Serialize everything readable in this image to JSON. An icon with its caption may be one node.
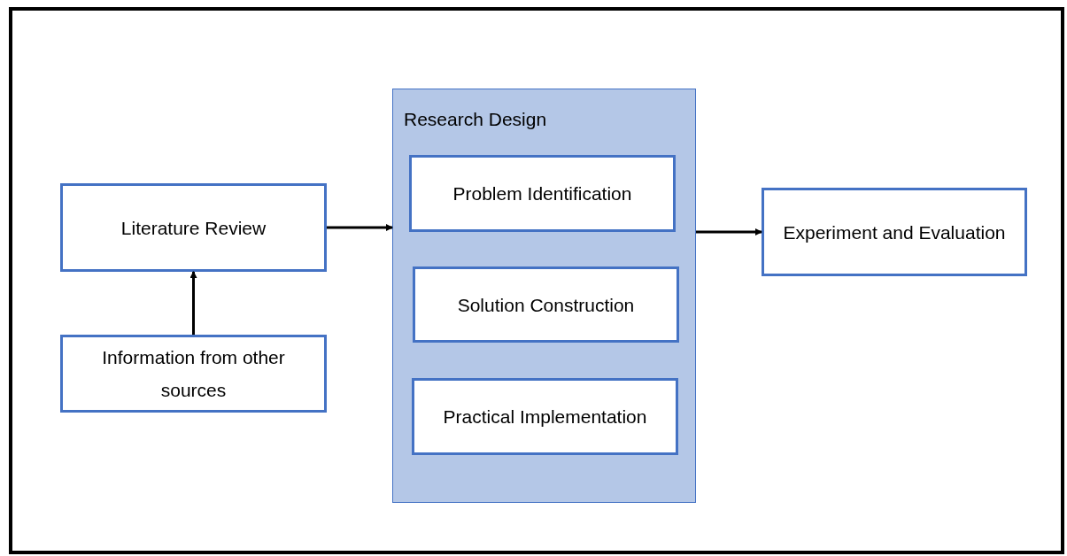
{
  "diagram": {
    "nodes": [
      {
        "text": [
          "Literature Review"
        ]
      },
      {
        "text": [
          "Information from other sources"
        ]
      },
      {
        "text": [
          "Research Design"
        ]
      },
      {
        "text": [
          "Problem Identification"
        ],
        "in": 2
      },
      {
        "text": [
          "Solution Construction"
        ],
        "in": 2
      },
      {
        "text": [
          "Practical Implementation"
        ],
        "in": 2
      },
      {
        "text": [
          "Experiment and Evaluation"
        ]
      }
    ],
    "edges": [
      {
        "from": 1,
        "to": 0,
        "arrow": "to"
      },
      {
        "from": 0,
        "to": 2,
        "arrow": "to"
      },
      {
        "from": 2,
        "to": 6,
        "arrow": "to"
      }
    ]
  }
}
